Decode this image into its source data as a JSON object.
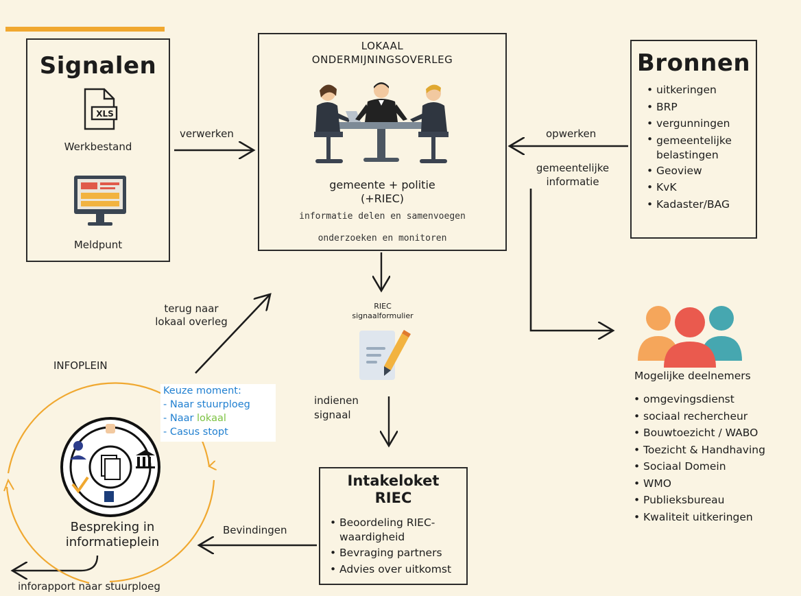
{
  "signalen": {
    "title": "Signalen",
    "file_icon": "spreadsheet-file-icon",
    "file_badge": "XLS",
    "file_label": "Werkbestand",
    "monitor_icon": "monitor-icon",
    "monitor_label": "Meldpunt"
  },
  "arrow_labels": {
    "verwerken": "verwerken",
    "opwerken": "opwerken",
    "gemeentelijke_informatie_1": "gemeentelijke",
    "gemeentelijke_informatie_2": "informatie",
    "terug_1": "terug naar",
    "terug_2": "lokaal overleg",
    "indienen_1": "indienen",
    "indienen_2": "signaal",
    "bevindingen": "Bevindingen",
    "inforapport": "inforapport naar stuurploeg"
  },
  "lokaal": {
    "title_1": "LOKAAL",
    "title_2": "ONDERMIJNINGSOVERLEG",
    "meeting_icon": "meeting-people-icon",
    "parties_1": "gemeente + politie",
    "parties_2": "(+RIEC)",
    "line_1": "informatie delen en samenvoegen",
    "line_2": "onderzoeken en monitoren"
  },
  "bronnen": {
    "title": "Bronnen",
    "items": [
      "uitkeringen",
      "BRP",
      "vergunningen",
      "gemeentelijke belastingen",
      "Geoview",
      "KvK",
      "Kadaster/BAG"
    ]
  },
  "riec_form": {
    "label_1": "RIEC",
    "label_2": "signaalformulier",
    "icon": "document-pen-icon"
  },
  "deelnemers": {
    "icon": "people-group-icon",
    "title": "Mogelijke deelnemers",
    "items": [
      "omgevingsdienst",
      "sociaal rechercheur",
      "Bouwtoezicht / WABO",
      "Toezicht & Handhaving",
      "Sociaal Domein",
      "WMO",
      "Publieksbureau",
      "Kwaliteit uitkeringen"
    ]
  },
  "intake": {
    "title_1": "Intakeloket",
    "title_2": "RIEC",
    "items": [
      "Beoordeling RIEC-waardigheid",
      "Bevraging partners",
      "Advies over uitkomst"
    ]
  },
  "infoplein": {
    "label": "INFOPLEIN",
    "keuze_title": "Keuze moment:",
    "keuze_1": "- Naar stuurploeg",
    "keuze_2_prefix": "- Naar ",
    "keuze_2_word": "lokaal",
    "keuze_3": "- Casus stopt",
    "logo_icon": "infoplein-partners-logo",
    "bespreking_1": "Bespreking in",
    "bespreking_2": "informatieplein"
  },
  "colors": {
    "background": "#faf4e3",
    "accent_orange": "#f0a830",
    "keuze_blue": "#1f7fd0",
    "keuze_green": "#7cc242",
    "people_orange": "#f5a65b",
    "people_red": "#ea5a4e",
    "people_teal": "#46a7b0"
  }
}
